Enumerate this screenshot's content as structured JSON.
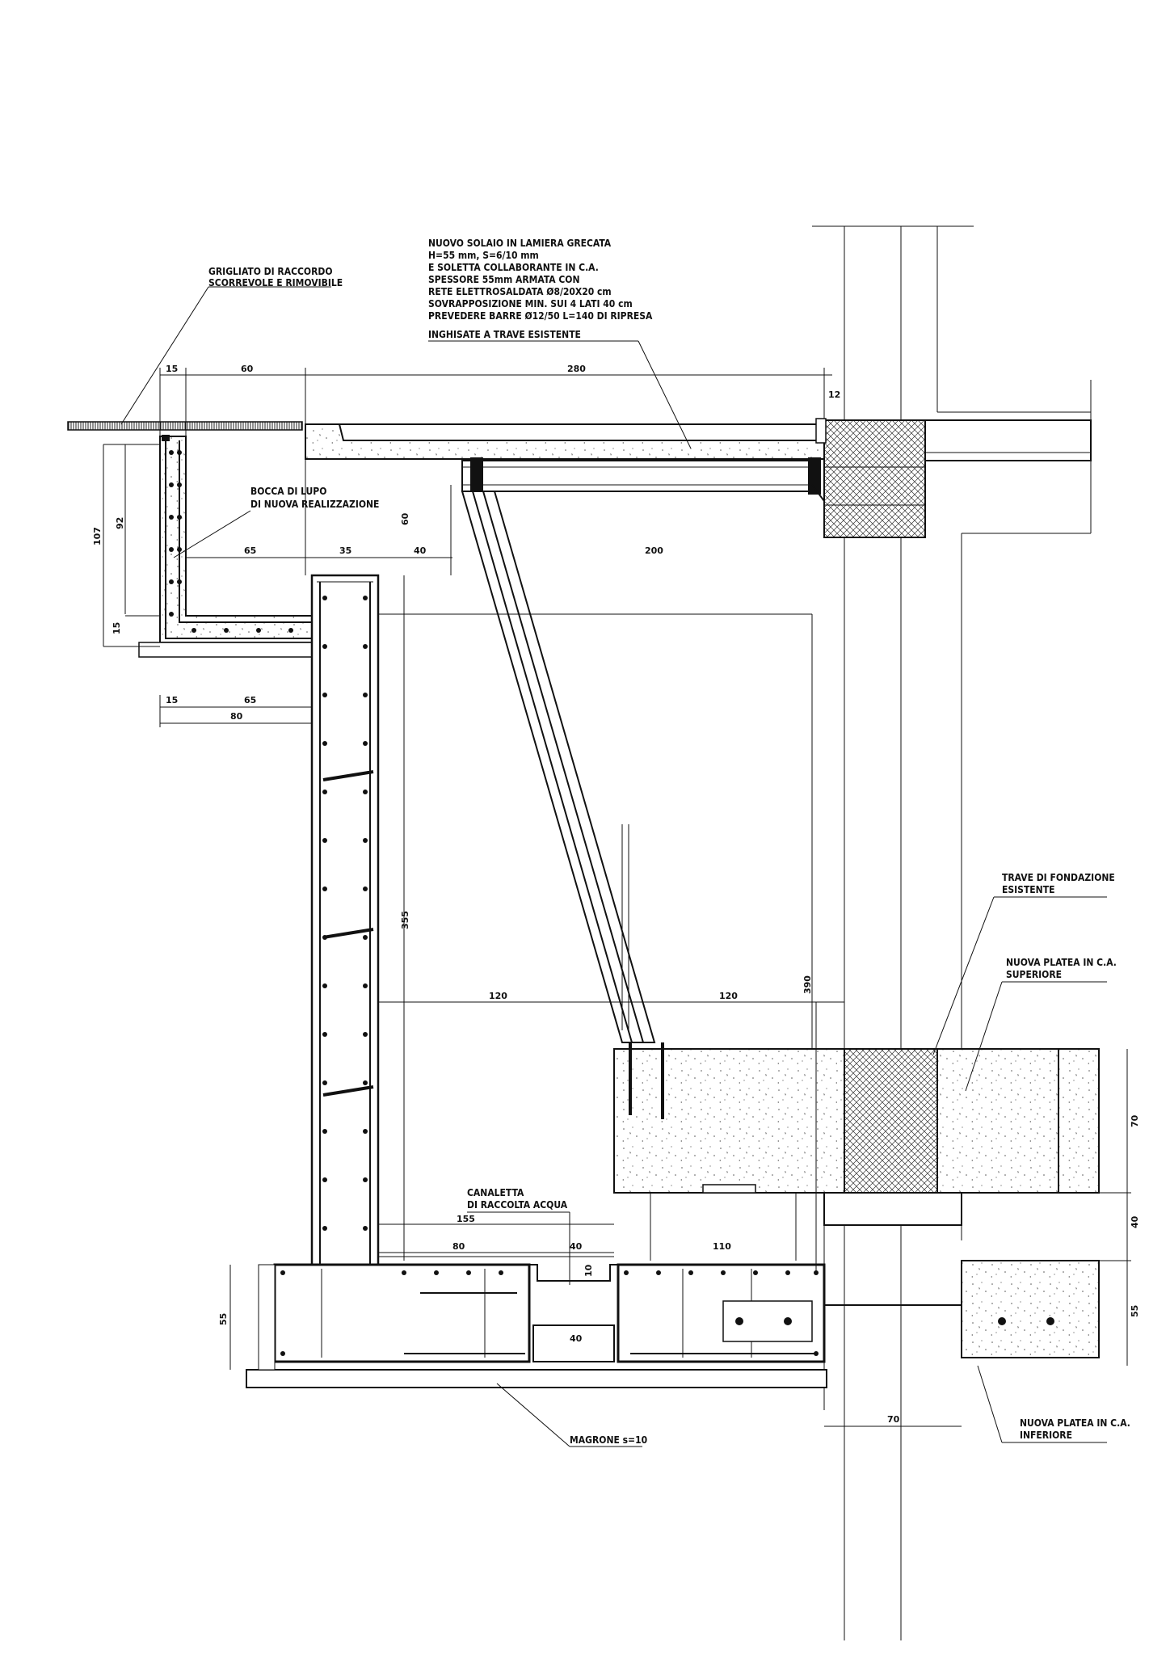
{
  "labels": {
    "grigliato": [
      "GRIGLIATO DI RACCORDO",
      "SCORREVOLE E RIMOVIBILE"
    ],
    "solaio": [
      "NUOVO SOLAIO IN LAMIERA GRECATA",
      "H=55 mm, S=6/10 mm",
      "E SOLETTA COLLABORANTE IN C.A.",
      "SPESSORE 55mm ARMATA CON",
      "RETE ELETTROSALDATA Ø8/20X20 cm",
      "SOVRAPPOSIZIONE MIN. SUI 4 LATI 40 cm",
      "PREVEDERE BARRE Ø12/50 L=140 DI RIPRESA",
      "INGHISATE A TRAVE ESISTENTE"
    ],
    "bocca_di_lupo": [
      "BOCCA DI LUPO",
      "DI NUOVA REALIZZAZIONE"
    ],
    "trave_fondazione": [
      "TRAVE DI FONDAZIONE",
      "ESISTENTE"
    ],
    "platea_superiore": [
      "NUOVA PLATEA IN C.A.",
      "SUPERIORE"
    ],
    "canaletta": [
      "CANALETTA",
      "DI RACCOLTA ACQUA"
    ],
    "platea_inferiore": [
      "NUOVA PLATEA IN C.A.",
      "INFERIORE"
    ],
    "magrone": "MAGRONE s=10"
  },
  "dimensions": {
    "top_15": "15",
    "top_60": "60",
    "top_280": "280",
    "top_12": "12",
    "v_107": "107",
    "v_92": "92",
    "v_60": "60",
    "h_65": "65",
    "h_35": "35",
    "h_40": "40",
    "h_200": "200",
    "v_15": "15",
    "b_15": "15",
    "b_65": "65",
    "b_80": "80",
    "v_355": "355",
    "h_120a": "120",
    "h_120b": "120",
    "v_390": "390",
    "r_70": "70",
    "r_40": "40",
    "r_55": "55",
    "c_155": "155",
    "c_80": "80",
    "c_40": "40",
    "c_10": "10",
    "c_110": "110",
    "c_40b": "40",
    "l_55": "55",
    "b_70": "70"
  }
}
